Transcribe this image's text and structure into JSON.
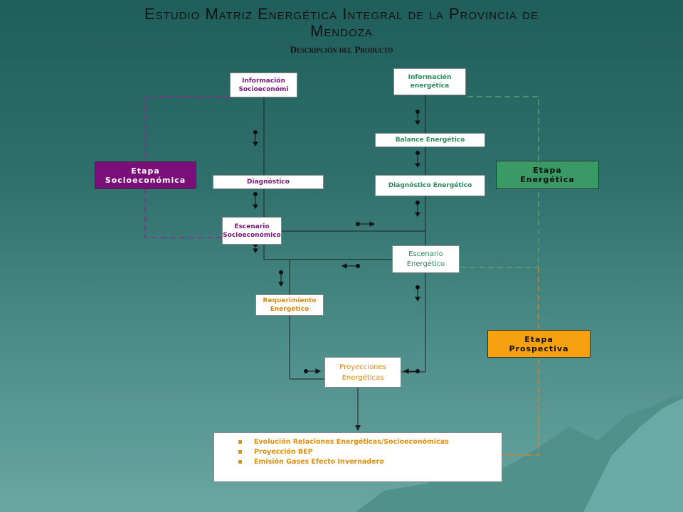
{
  "header": {
    "title_line1": "Estudio Matriz Energética Integral de la Provincia de",
    "title_line2": "Mendoza",
    "subtitle": "Descripción del Producto"
  },
  "nodes": {
    "info_socio": "Información Socioeconómi",
    "info_energ": "Información energética",
    "balance": "Balance Energético",
    "diagnostico": "Diagnóstico",
    "diag_energ": "Diagnóstico Energético",
    "esc_socio": "Escenario Socioeconómico",
    "esc_energ": "Escenario Energético",
    "requerimiento": "Requerimiento Energético",
    "proyecciones": "Proyecciones Energéticas"
  },
  "stages": {
    "socio_line1": "Etapa",
    "socio_line2": "Socioeconómica",
    "energ_line1": "Etapa",
    "energ_line2": "Energética",
    "prosp_line1": "Etapa",
    "prosp_line2": "Prospectiva"
  },
  "results": [
    "Evolución Relaciones Energéticas/Socioeconómicas",
    "Proyección BEP",
    "Emisión Gases Efecto Invernadero"
  ],
  "colors": {
    "purple": "#7b0f79",
    "green": "#3a9a66",
    "orange": "#f7a010"
  }
}
